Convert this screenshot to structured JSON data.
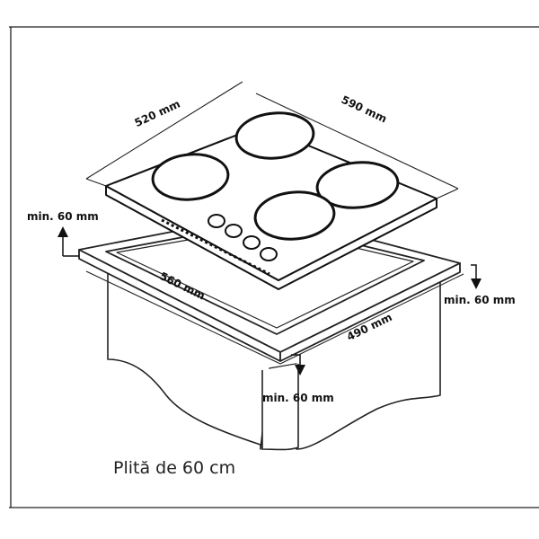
{
  "labels": {
    "hob_depth": "520 mm",
    "hob_width": "590 mm",
    "cutout_width": "560 mm",
    "cutout_depth": "490 mm",
    "clearance_back": "min. 60 mm",
    "clearance_side": "min. 60 mm",
    "clearance_front": "min. 60 mm"
  },
  "caption": "Plită de 60 cm"
}
